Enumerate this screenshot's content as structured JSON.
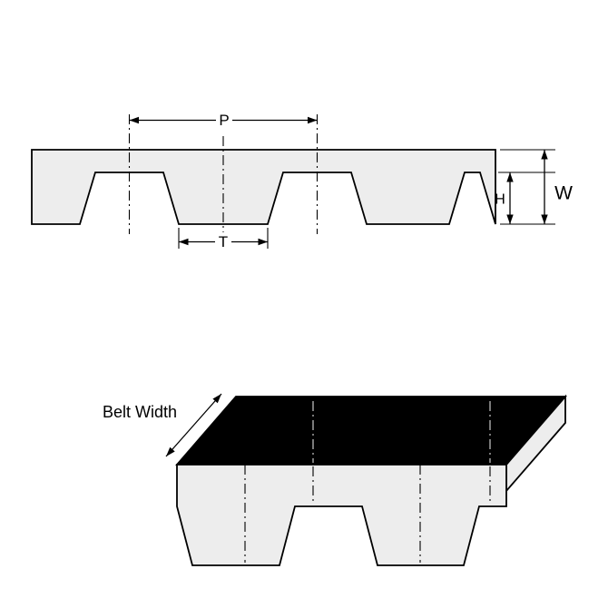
{
  "diagram": {
    "labels": {
      "pitch": "P",
      "tooth": "T",
      "height": "H",
      "thickness": "W",
      "belt_width": "Belt Width"
    },
    "colors": {
      "belt_fill": "#ededed",
      "top_face": "#000000",
      "line": "#000000",
      "background": "#ffffff"
    }
  }
}
